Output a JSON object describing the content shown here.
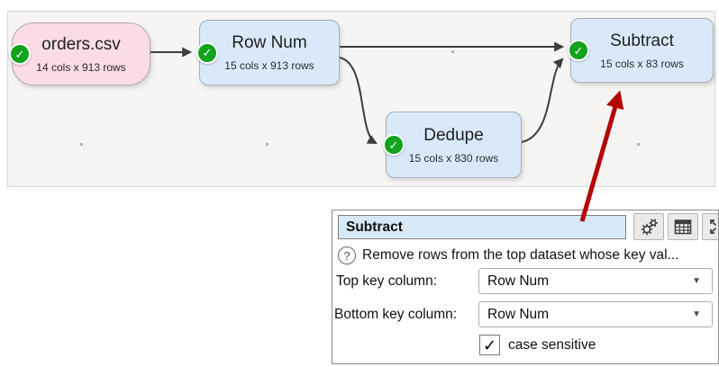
{
  "icons": {
    "check": "✓",
    "caret": "▼",
    "question": "?"
  },
  "colors": {
    "node_blue": "#d9e9fa",
    "node_pink": "#fbdbe6",
    "edge": "#3d3d3d",
    "red_arrow": "#b40506",
    "badge_green": "#12a31c",
    "panel_title_bg": "#d7e9f7",
    "canvas_bg": "#f6f5f3"
  },
  "flow": {
    "nodes": [
      {
        "title": "orders.csv",
        "subtitle": "14 cols x 913 rows"
      },
      {
        "title": "Row Num",
        "subtitle": "15 cols x 913 rows"
      },
      {
        "title": "Dedupe",
        "subtitle": "15 cols x 830 rows"
      },
      {
        "title": "Subtract",
        "subtitle": "15 cols x 83 rows"
      }
    ]
  },
  "panel": {
    "title": "Subtract",
    "help_text": "Remove rows from the top dataset whose key val...",
    "fields": [
      {
        "label": "Top key column:",
        "value": "Row Num"
      },
      {
        "label": "Bottom key column:",
        "value": "Row Num"
      }
    ],
    "checkbox": {
      "label": "case sensitive",
      "checked": true
    }
  }
}
